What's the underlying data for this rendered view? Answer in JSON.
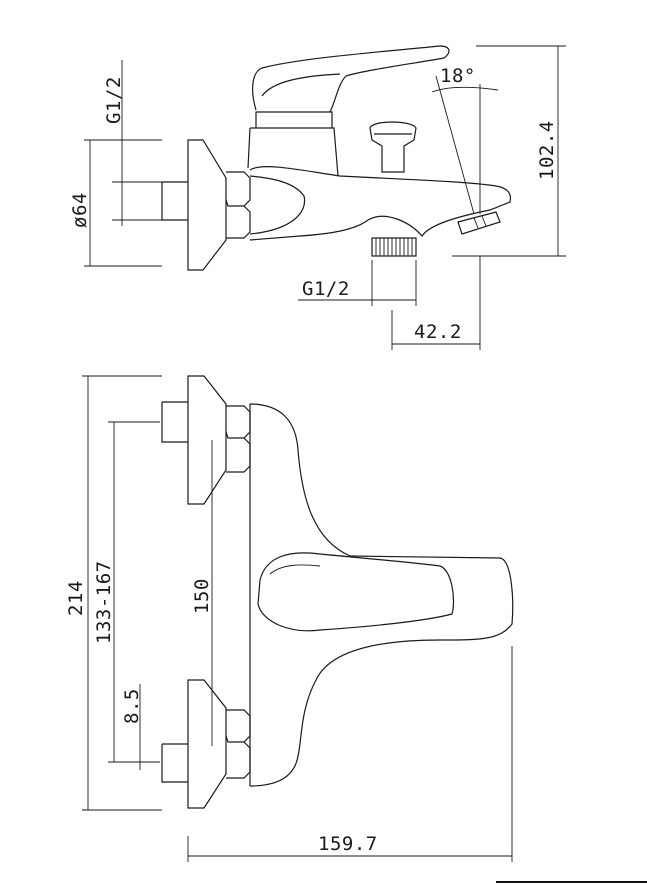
{
  "views": {
    "side": {
      "thread_inlet": "G1/2",
      "flange_diameter": "ø64",
      "thread_outlet": "G1/2",
      "outlet_offset": "42.2",
      "height": "102.4",
      "lever_angle": "18°"
    },
    "front": {
      "overall_height": "214",
      "center_range": "133-167",
      "center_distance": "150",
      "eccentric_offset": "8.5",
      "overall_width": "159.7"
    }
  }
}
